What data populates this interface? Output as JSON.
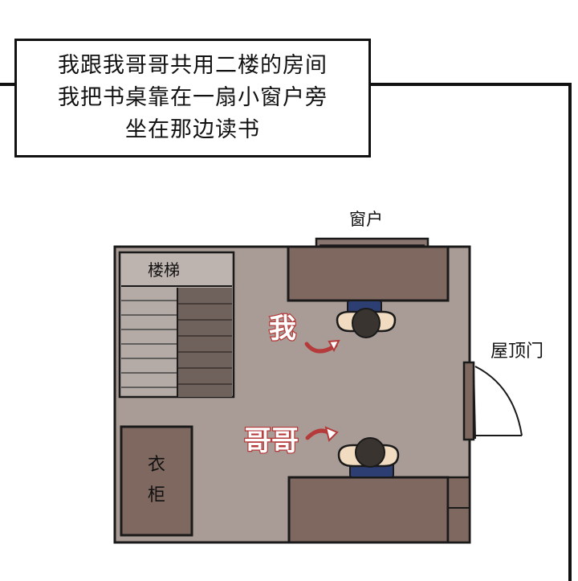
{
  "caption": {
    "lines": [
      "我跟我哥哥共用二楼的房间",
      "我把书桌靠在一扇小窗户旁",
      "坐在那边读书"
    ]
  },
  "labels": {
    "window": "窗户",
    "stairs": "楼梯",
    "rooftop_door": "屋顶门",
    "wardrobe_line1": "衣",
    "wardrobe_line2": "柜",
    "me": "我",
    "brother": "哥哥"
  },
  "colors": {
    "floor": "#a99c96",
    "furniture": "#7f6860",
    "outline": "#1a1a1a",
    "label_pink": "#b53a3a"
  }
}
